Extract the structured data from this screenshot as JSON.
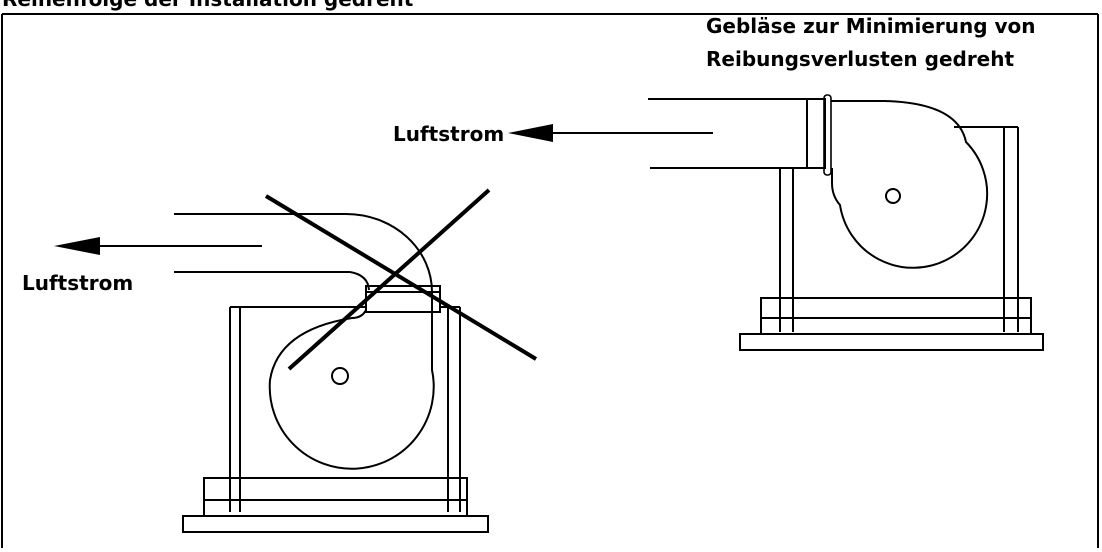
{
  "header": {
    "partial_title": "Reihenfolge der Installation gedreht"
  },
  "labels": {
    "rotated_caption_line1": "Gebläse zur Minimierung von",
    "rotated_caption_line2": "Reibungsverlusten gedreht",
    "airflow_right": "Luftstrom",
    "airflow_left": "Luftstrom"
  },
  "colors": {
    "line": "#000000",
    "background": "#ffffff"
  }
}
